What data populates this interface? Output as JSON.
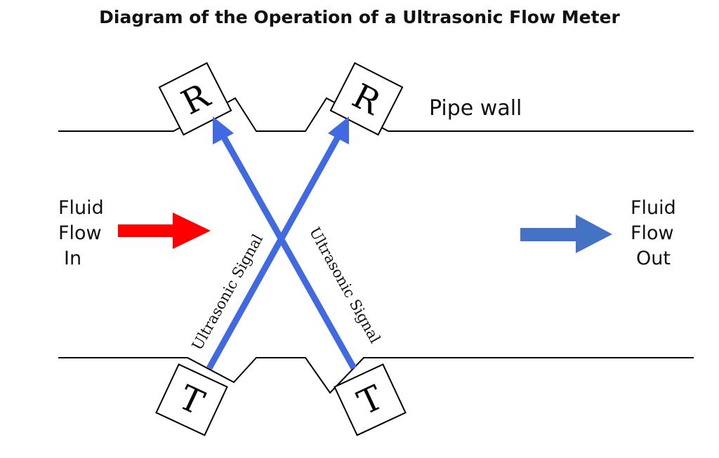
{
  "title": "Diagram of the Operation of a Ultrasonic Flow Meter",
  "labels": {
    "pipe_wall": "Pipe wall",
    "flow_in": [
      "Fluid",
      "Flow",
      "In"
    ],
    "flow_out": [
      "Fluid",
      "Flow",
      "Out"
    ]
  },
  "sensors": {
    "receiver_letter": "R",
    "transmitter_letter": "T"
  },
  "signal_label": "Ultrasonic Signal",
  "colors": {
    "signal": "#4169e1",
    "flow_in_arrow": "#ff0000",
    "flow_out_arrow": "#4472c4",
    "line": "#000000"
  }
}
